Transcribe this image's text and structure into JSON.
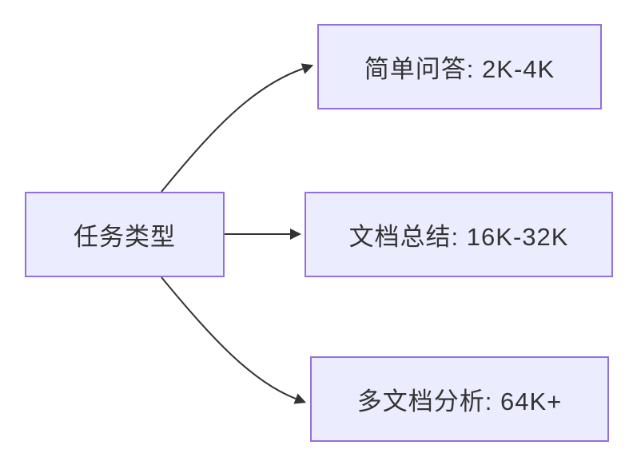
{
  "diagram": {
    "type": "flowchart",
    "direction": "left-to-right",
    "root": {
      "label": "任务类型"
    },
    "children": [
      {
        "label": "简单问答: 2K-4K"
      },
      {
        "label": "文档总结: 16K-32K"
      },
      {
        "label": "多文档分析: 64K+"
      }
    ],
    "edges": [
      {
        "from": "任务类型",
        "to": "简单问答: 2K-4K"
      },
      {
        "from": "任务类型",
        "to": "文档总结: 16K-32K"
      },
      {
        "from": "任务类型",
        "to": "多文档分析: 64K+"
      }
    ],
    "colors": {
      "background": "#FFFFFF",
      "node_fill": "#ECECFF",
      "node_border": "#9370DB",
      "edge": "#333333",
      "text": "#333333"
    }
  }
}
